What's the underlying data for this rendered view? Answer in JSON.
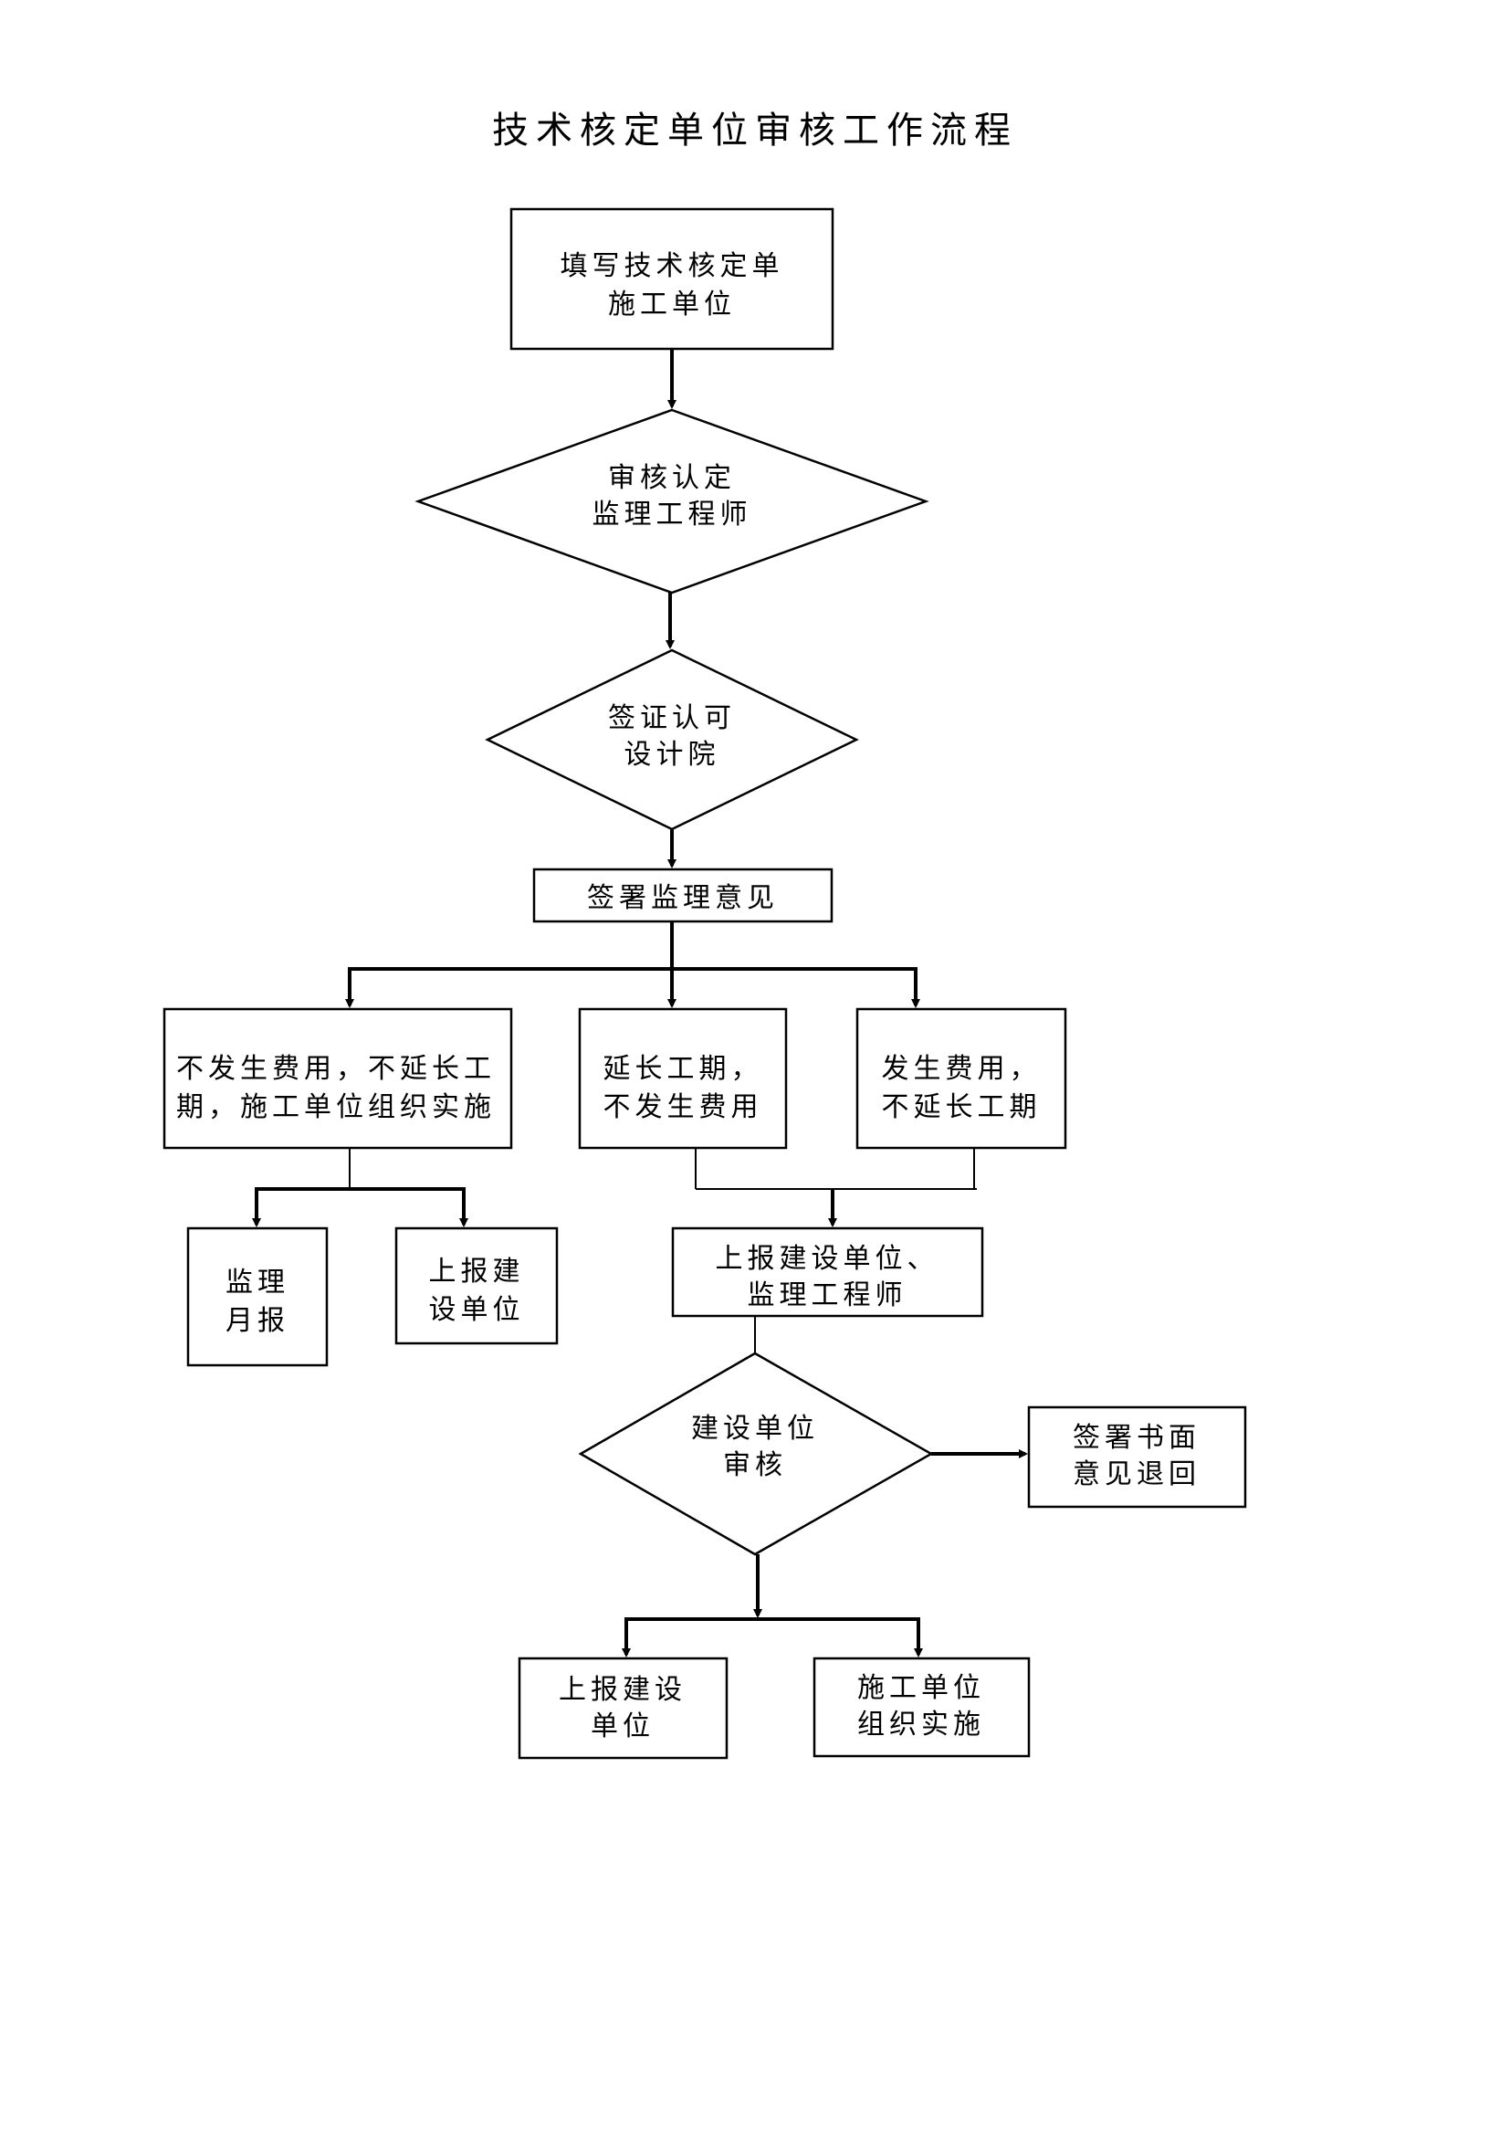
{
  "title": "技术核定单位审核工作流程",
  "nodes": {
    "fill_form": [
      "填写技术核定单",
      "施工单位"
    ],
    "review_confirm": [
      "审核认定",
      "监理工程师"
    ],
    "sign_approve": [
      "签证认可",
      "设计院"
    ],
    "sign_opinion": [
      "签署监理意见"
    ],
    "branch_no_cost_no_delay": [
      "不发生费用，不延长工",
      "期，施工单位组织实施"
    ],
    "branch_delay_no_cost": [
      "延长工期，",
      "不发生费用"
    ],
    "branch_cost_no_delay": [
      "发生费用，",
      "不延长工期"
    ],
    "monthly_report": [
      "监理",
      "月报"
    ],
    "report_owner_left": [
      "上报建",
      "设单位"
    ],
    "report_owner_supervisor": [
      "上报建设单位、",
      "监理工程师"
    ],
    "owner_review": [
      "建设单位",
      "审核"
    ],
    "written_rejection": [
      "签署书面",
      "意见退回"
    ],
    "report_owner_bottom": [
      "上报建设",
      "单位"
    ],
    "contractor_implement": [
      "施工单位",
      "组织实施"
    ]
  }
}
